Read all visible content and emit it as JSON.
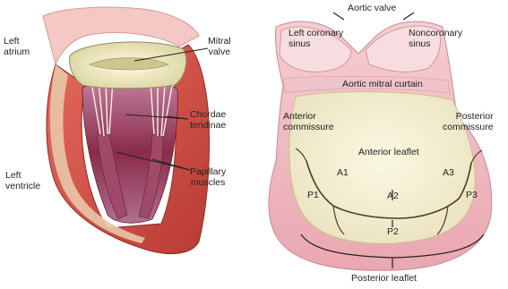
{
  "left_panel": {
    "labels": {
      "left_atrium": [
        "Left",
        "atrium"
      ],
      "mitral_valve": [
        "Mitral",
        "valve"
      ],
      "chordae_tendinae": [
        "Chordae",
        "tendinae"
      ],
      "papillary_muscles": [
        "Papillary",
        "muscles"
      ],
      "left_ventricle": [
        "Left",
        "ventricle"
      ]
    }
  },
  "right_panel": {
    "labels": {
      "aortic_valve": "Aortic valve",
      "left_coronary_sinus": [
        "Left coronary",
        "sinus"
      ],
      "noncoronary_sinus": [
        "Noncoronary",
        "sinus"
      ],
      "aortic_mitral_curtain": "Aortic mitral curtain",
      "anterior_commissure": [
        "Anterior",
        "commissure"
      ],
      "posterior_commissure": [
        "Posterior",
        "commissure"
      ],
      "anterior_leaflet": "Anterior leaflet",
      "a1": "A1",
      "a2": "A2",
      "a3": "A3",
      "p1": "P1",
      "p2": "P2",
      "p3": "P3",
      "posterior_leaflet": "Posterior leaflet"
    }
  },
  "colors": {
    "myocardium": "#d9534a",
    "myocardium_dark": "#b23a33",
    "endocardium": "#e8c7a8",
    "cavity": "#7a1f3a",
    "cavity_light": "#b96a8a",
    "chordae": "#f2efe4",
    "valve": "#f3f0c8",
    "atrium": "#f4c9c5",
    "aortic_pink": "#f0b9c0",
    "leaflet": "#f3efcf",
    "line": "#222222"
  }
}
